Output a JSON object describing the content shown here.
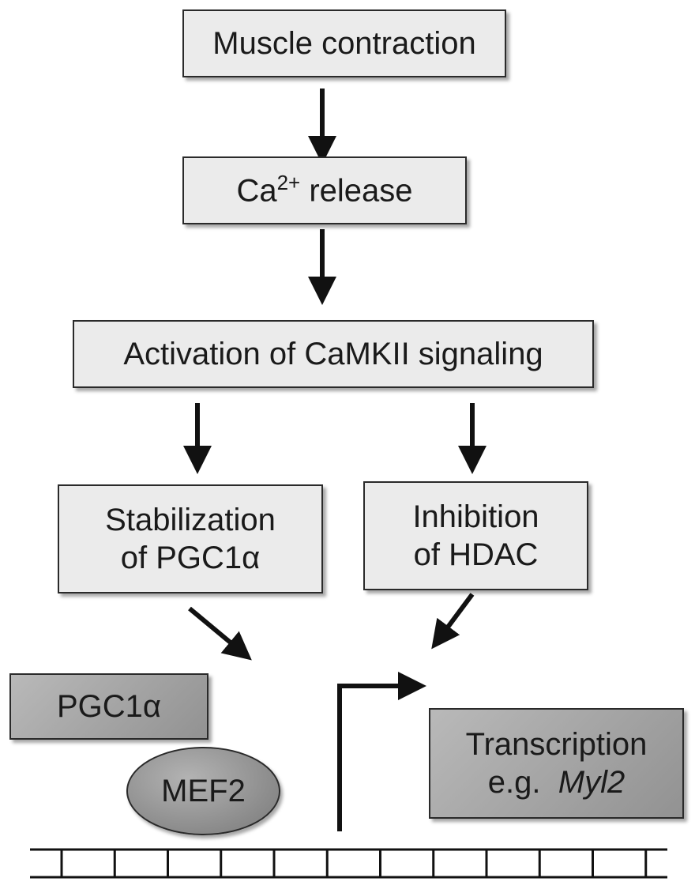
{
  "nodes": {
    "muscle_contraction": "Muscle contraction",
    "ca_release": {
      "prefix": "Ca",
      "superscript": "2+",
      "suffix": " release"
    },
    "camkii": "Activation of CaMKII signaling",
    "stabilization": {
      "line1": "Stabilization",
      "line2": "of PGC1α"
    },
    "inhibition": {
      "line1": "Inhibition",
      "line2": "of HDAC"
    },
    "pgc1a": "PGC1α",
    "mef2": "MEF2",
    "transcription": {
      "line1": "Transcription",
      "line2_prefix": "e.g.  ",
      "line2_gene": "Myl2"
    }
  },
  "colors": {
    "light_box": "#ebebeb",
    "dark_box": "#a6a6a6",
    "stroke": "#111111"
  },
  "dna": {
    "segments": 12
  }
}
